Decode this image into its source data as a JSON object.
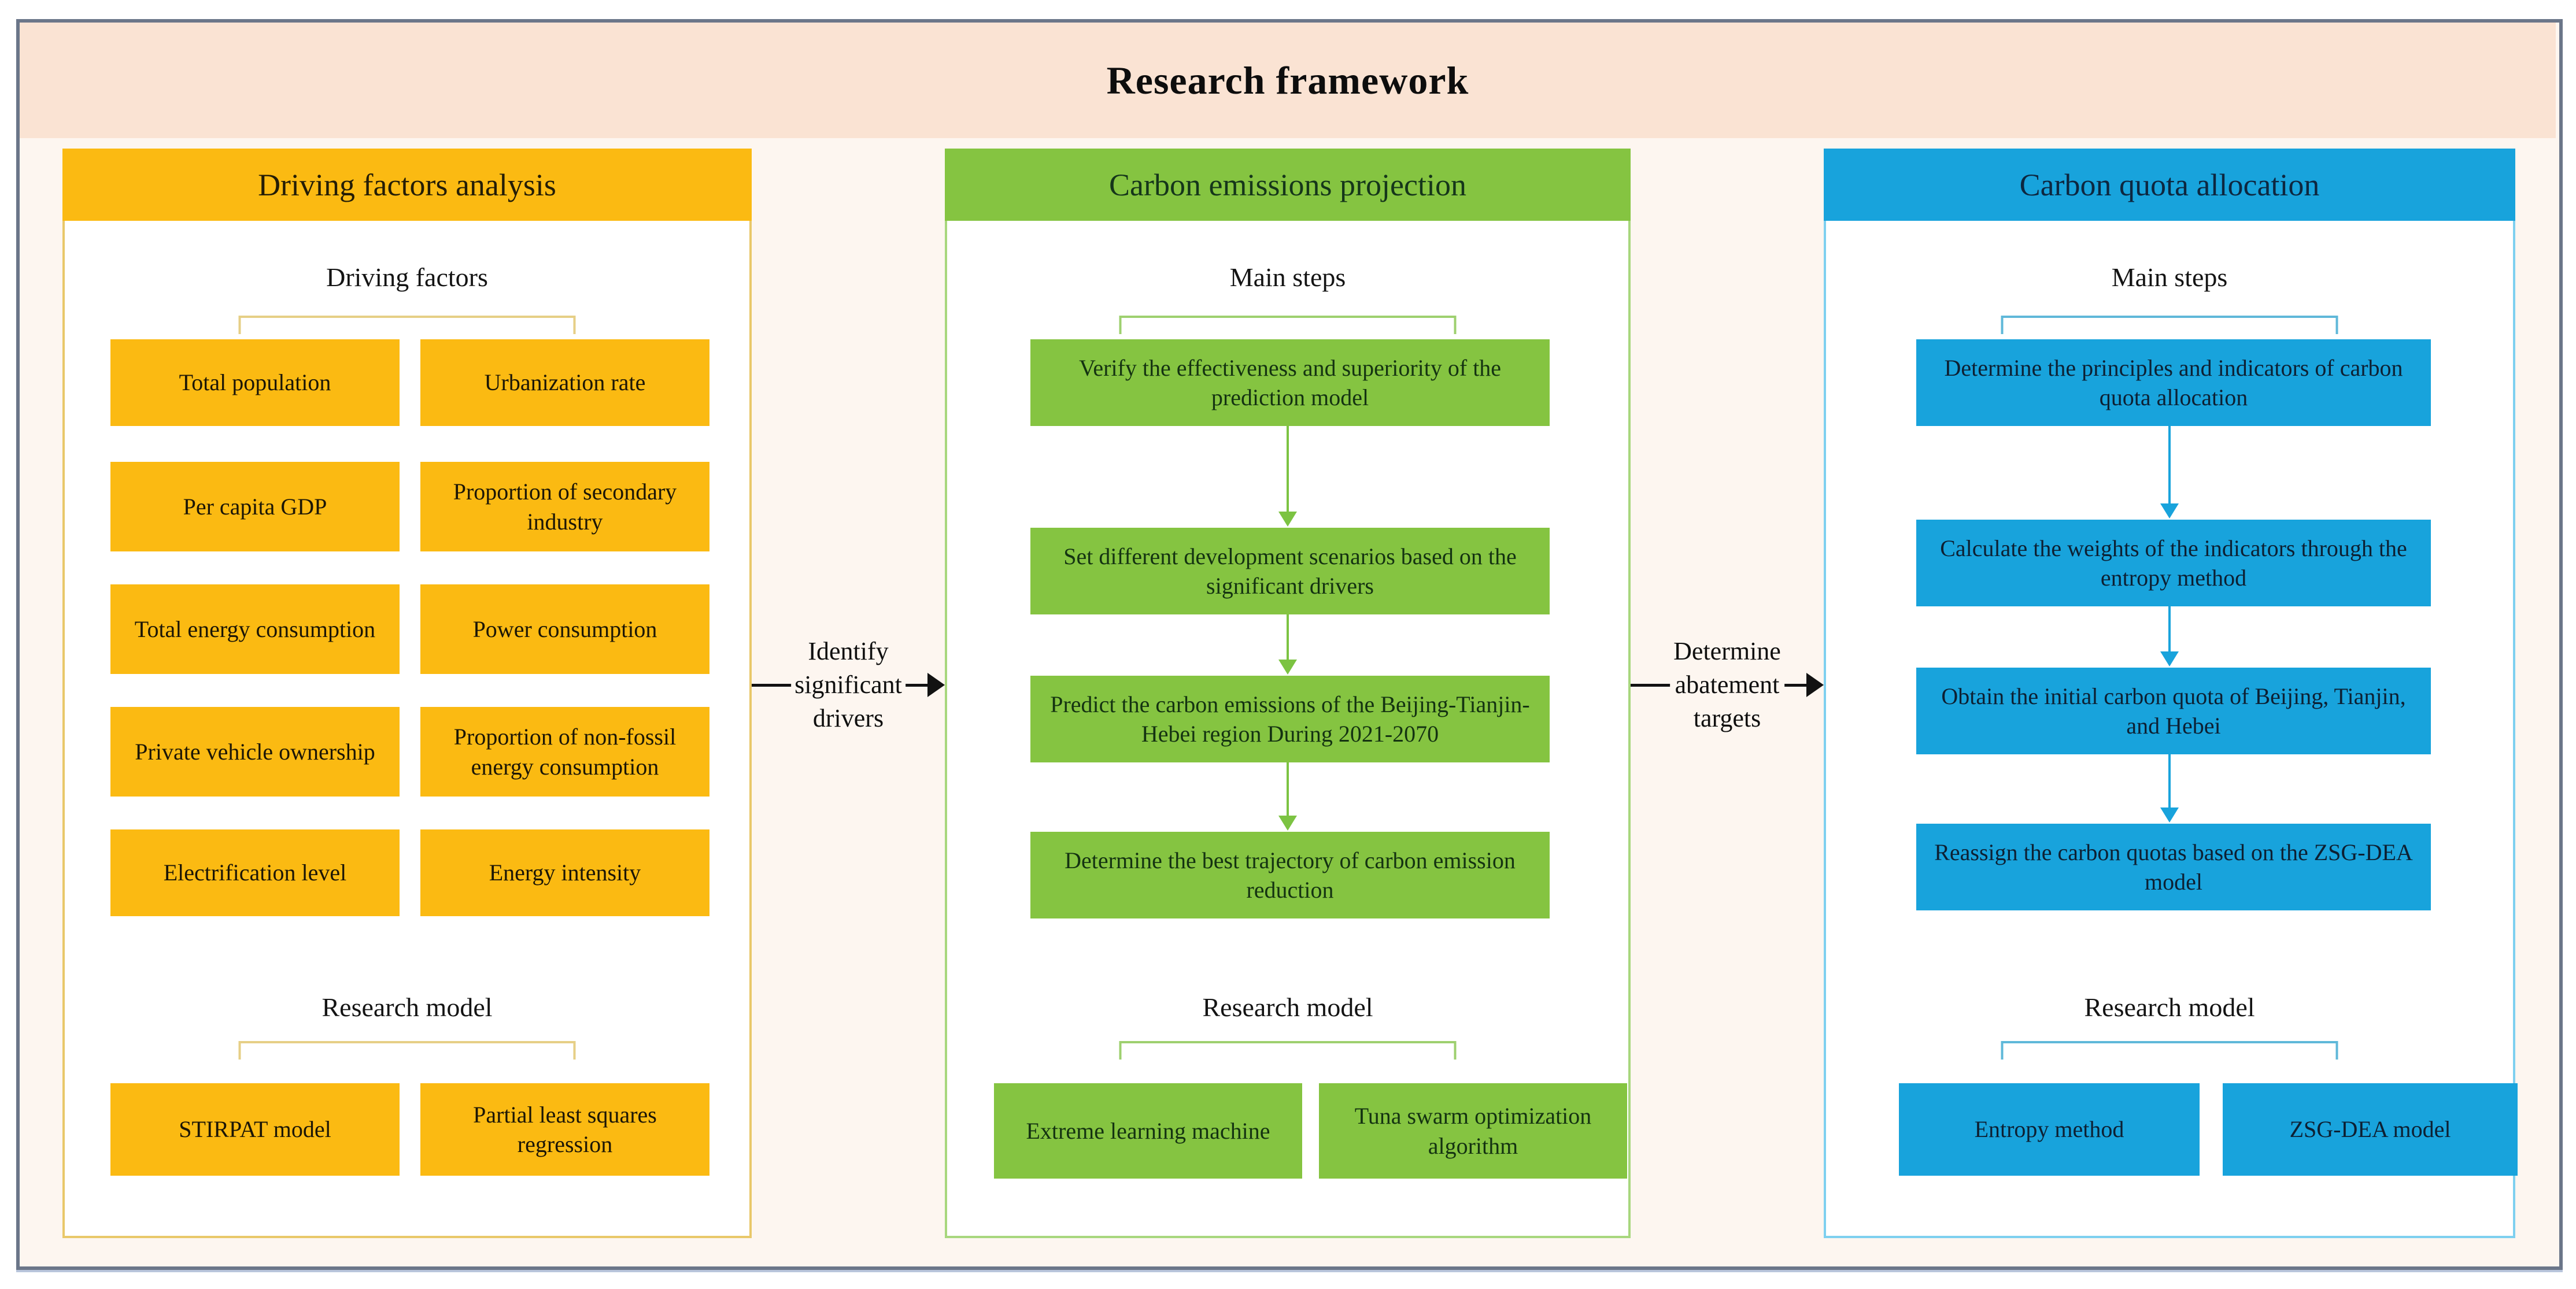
{
  "banner": {
    "title": "Research framework"
  },
  "colors": {
    "banner_bg": "#fae3d3",
    "frame_bg": "#fdf6f0",
    "frame_border": "#6b7689",
    "yellow_accent": "#fbba12",
    "yellow_border": "#e9c86a",
    "green_accent": "#85c441",
    "green_border": "#a8d77e",
    "blue_accent": "#18a3dc",
    "blue_border": "#7ed0ef",
    "connector_arrow": "#121212"
  },
  "connectors": [
    {
      "label": "Identify\nsignificant\ndrivers"
    },
    {
      "label": "Determine\nabatement\ntargets"
    }
  ],
  "panels": [
    {
      "title": "Driving factors analysis",
      "sections": [
        {
          "label": "Driving factors",
          "items": [
            "Total population",
            "Urbanization rate",
            "Per capita GDP",
            "Proportion of secondary industry",
            "Total energy consumption",
            "Power consumption",
            "Private vehicle ownership",
            "Proportion of non-fossil energy consumption",
            "Electrification level",
            "Energy intensity"
          ]
        },
        {
          "label": "Research model",
          "items": [
            "STIRPAT model",
            "Partial least squares regression"
          ]
        }
      ]
    },
    {
      "title": "Carbon emissions projection",
      "sections": [
        {
          "label": "Main steps",
          "steps": [
            "Verify the effectiveness and superiority of the prediction model",
            "Set different development scenarios based on the significant drivers",
            "Predict the carbon emissions of the Beijing-Tianjin-Hebei region During 2021-2070",
            "Determine the best trajectory of carbon emission reduction"
          ]
        },
        {
          "label": "Research model",
          "items": [
            "Extreme learning machine",
            "Tuna swarm optimization algorithm"
          ]
        }
      ]
    },
    {
      "title": "Carbon quota allocation",
      "sections": [
        {
          "label": "Main steps",
          "steps": [
            "Determine the principles and indicators of carbon quota allocation",
            "Calculate the weights of the indicators through the entropy method",
            "Obtain the initial carbon quota of Beijing, Tianjin, and Hebei",
            "Reassign the carbon quotas based on the ZSG-DEA model"
          ]
        },
        {
          "label": "Research model",
          "items": [
            "Entropy method",
            "ZSG-DEA model"
          ]
        }
      ]
    }
  ]
}
